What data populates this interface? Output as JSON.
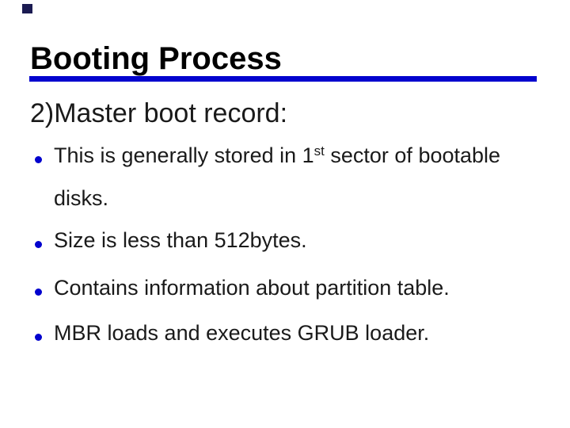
{
  "slide": {
    "title": "Booting Process",
    "subtitle": "2)Master boot record:",
    "bullets": [
      {
        "pre": "This is generally stored in 1",
        "sup": "st",
        "post": " sector of bootable disks."
      },
      {
        "text": "Size is less than 512bytes."
      },
      {
        "text": "Contains information about partition table."
      },
      {
        "text": "MBR loads and executes GRUB loader."
      }
    ],
    "colors": {
      "accent_rule": "#0202ce",
      "bullet_dot": "#0202ce",
      "body_text": "#1a1a1a",
      "title_text": "#000000",
      "corner_square": "#1b1b52",
      "background": "#ffffff"
    },
    "icons": {
      "bullet": "filled-circle"
    }
  }
}
